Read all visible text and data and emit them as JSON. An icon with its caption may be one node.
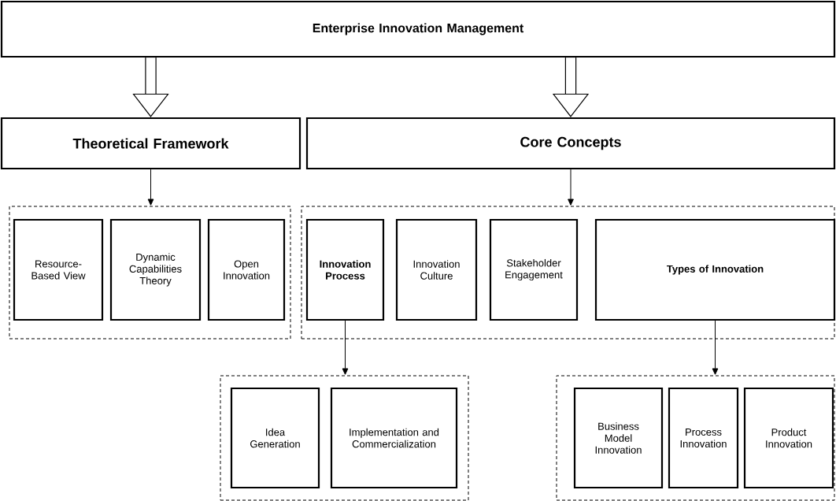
{
  "diagram": {
    "nodes": [
      {
        "text": [
          "Enterprise Innovation Management"
        ]
      },
      {
        "text": [
          "Theoretical Framework"
        ]
      },
      {
        "text": [
          "Core Concepts"
        ]
      },
      {
        "text": [],
        "shape": "box"
      },
      {
        "text": [
          "Resource-Based View"
        ],
        "in": 3
      },
      {
        "text": [
          "Dynamic Capabilities Theory"
        ],
        "in": 3
      },
      {
        "text": [
          "Open Innovation"
        ],
        "in": 3
      },
      {
        "text": [],
        "shape": "box"
      },
      {
        "text": [
          "Innovation Process"
        ],
        "in": 7
      },
      {
        "text": [
          "Innovation Culture"
        ],
        "in": 7
      },
      {
        "text": [
          "Stakeholder Engagement"
        ],
        "in": 7
      },
      {
        "text": [
          "Types of Innovation"
        ],
        "in": 7
      },
      {
        "text": [],
        "shape": "box"
      },
      {
        "text": [
          "Idea Generation"
        ],
        "in": 12
      },
      {
        "text": [
          "Implementation and Commercialization"
        ],
        "in": 12
      },
      {
        "text": [],
        "shape": "box"
      },
      {
        "text": [
          "Business Model Innovation"
        ],
        "in": 15
      },
      {
        "text": [
          "Process Innovation"
        ],
        "in": 15
      },
      {
        "text": [
          "Product Innovation"
        ],
        "in": 15
      }
    ],
    "edges": [
      {
        "from": 0,
        "to": 1,
        "arrow": "to",
        "style": "thick"
      },
      {
        "from": 0,
        "to": 2,
        "arrow": "to",
        "style": "thick"
      },
      {
        "from": 1,
        "to": 3,
        "arrow": "to"
      },
      {
        "from": 2,
        "to": 7,
        "arrow": "to"
      },
      {
        "from": 8,
        "to": 12,
        "arrow": "to"
      },
      {
        "from": 11,
        "to": 15,
        "arrow": "to"
      }
    ]
  }
}
